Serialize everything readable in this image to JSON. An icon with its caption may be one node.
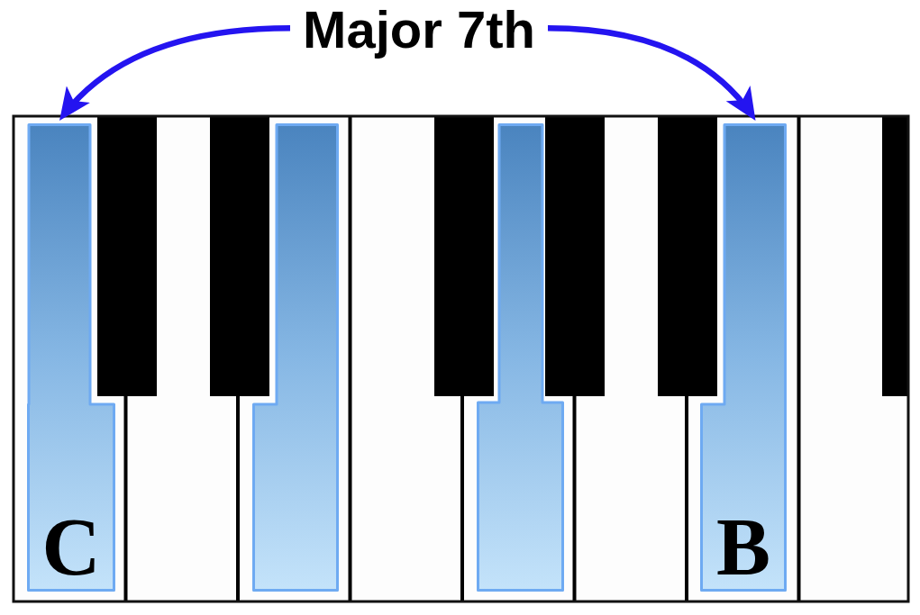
{
  "diagram": {
    "nodes": [
      {
        "text": [
          "Major 7th"
        ]
      },
      {
        "text": [
          "C"
        ]
      },
      {
        "text": [],
        "shape": "bar"
      },
      {
        "text": [],
        "shape": "bar"
      },
      {
        "text": [
          "B"
        ]
      }
    ],
    "edges": [
      {
        "from": 0,
        "to": 1,
        "arrow": "to"
      },
      {
        "from": 0,
        "to": 4,
        "arrow": "to"
      }
    ]
  }
}
